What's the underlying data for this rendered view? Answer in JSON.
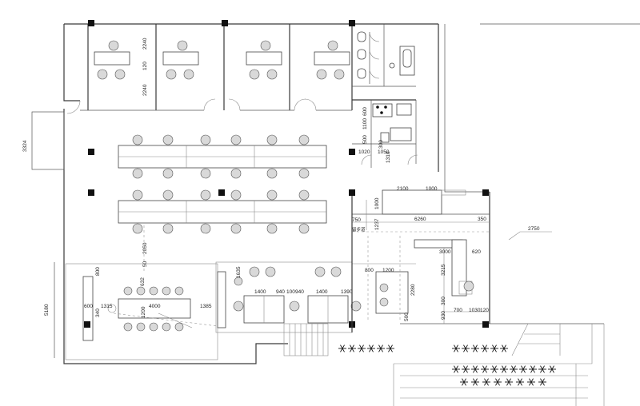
{
  "dimensions": {
    "d2240a": "2240",
    "d120": "120",
    "d2240b": "2240",
    "d3324": "3324",
    "d600": "600",
    "d1100": "1100",
    "d300": "300",
    "d500": "500",
    "d1020": "1020",
    "d1050": "1050",
    "d1310": "1310",
    "d2100": "2100",
    "d1000a": "1000",
    "d1000b": "1000",
    "d1237": "1237",
    "d750": "750",
    "d6260": "6260",
    "d350": "350",
    "d2750": "2750",
    "d2050": "2050",
    "d50": "50",
    "d800a": "800",
    "d632": "632",
    "d1315": "1315",
    "d4000": "4000",
    "d1200a": "1200",
    "d1385": "1385",
    "d600b": "600",
    "d340": "340",
    "d5180": "5180",
    "d1635": "1635",
    "d1400a": "1400",
    "d940a": "940",
    "d100": "100",
    "d940b": "940",
    "d1400b": "1400",
    "d1390": "1390",
    "d800b": "800",
    "d1200b": "1200",
    "d2280": "2280",
    "d500b": "500",
    "d3000": "3000",
    "d620": "620",
    "d3215": "3215",
    "d930": "930",
    "d300b": "300",
    "d700": "700",
    "d1030": "1030",
    "d120b": "120",
    "small_label": "留步道"
  }
}
